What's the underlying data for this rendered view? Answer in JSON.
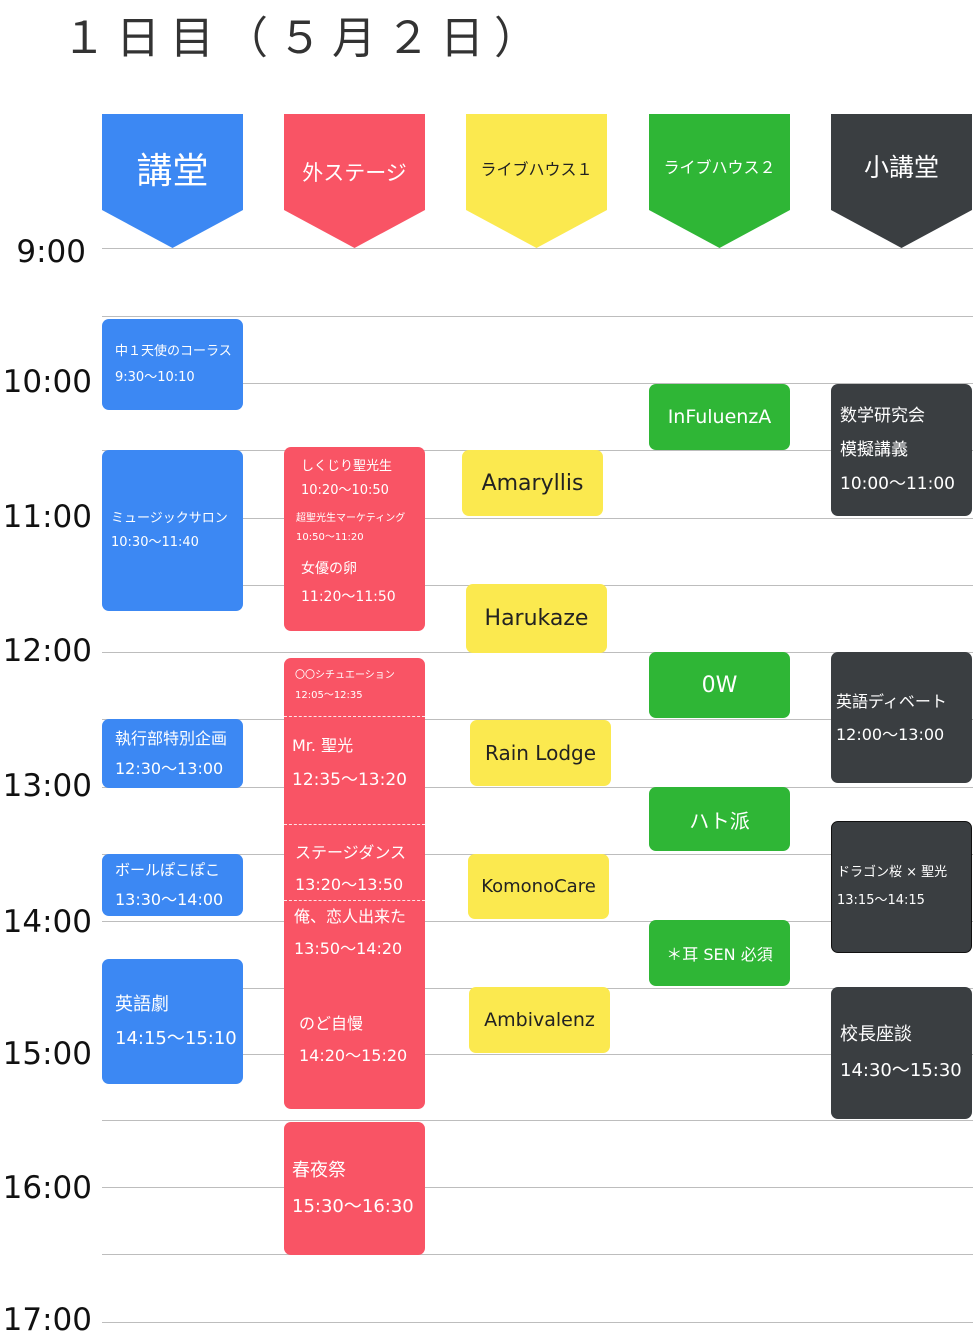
{
  "title": "１日目（５月２日）",
  "colors": {
    "blue": "#3c88f3",
    "red": "#f95465",
    "yellow": "#fbe94f",
    "green": "#2fb636",
    "dark": "#3a3e41",
    "gridline": "#bdbdbd"
  },
  "hours": [
    "9:00",
    "10:00",
    "11:00",
    "12:00",
    "13:00",
    "14:00",
    "15:00",
    "16:00",
    "17:00"
  ],
  "venues": [
    "講堂",
    "外ステージ",
    "ライブハウス１",
    "ライブハウス２",
    "小講堂"
  ],
  "events": {
    "hall": [
      {
        "name": "中１天使のコーラス",
        "time": "9:30〜10:10"
      },
      {
        "name": "ミュージックサロン",
        "time": "10:30〜11:40"
      },
      {
        "name": "執行部特別企画",
        "time": "12:30〜13:00"
      },
      {
        "name": "ボールぽこぽこ",
        "time": "13:30〜14:00"
      },
      {
        "name": "英語劇",
        "time": "14:15〜15:10"
      }
    ],
    "outdoor": [
      {
        "name": "しくじり聖光生",
        "time": "10:20〜10:50"
      },
      {
        "name": "超聖光生マーケティング",
        "time": "10:50〜11:20"
      },
      {
        "name": "女優の卵",
        "time": "11:20〜11:50"
      },
      {
        "name": "〇〇シチュエーション",
        "time": "12:05〜12:35"
      },
      {
        "name": "Mr. 聖光",
        "time": "12:35〜13:20"
      },
      {
        "name": "ステージダンス",
        "time": "13:20〜13:50"
      },
      {
        "name": "俺、恋人出来た",
        "time": "13:50〜14:20"
      },
      {
        "name": "のど自慢",
        "time": "14:20〜15:20"
      },
      {
        "name": "春夜祭",
        "time": "15:30〜16:30"
      }
    ],
    "live1": [
      "Amaryllis",
      "Harukaze",
      "Rain Lodge",
      "KomonoCare",
      "Ambivalenz"
    ],
    "live2": [
      "InFuluenzA",
      "0W",
      "ハト派",
      "＊耳 SEN 必須"
    ],
    "small_hall": [
      {
        "name1": "数学研究会",
        "name2": "模擬講義",
        "time": "10:00〜11:00"
      },
      {
        "name": "英語ディベート",
        "time": "12:00〜13:00"
      },
      {
        "name": "ドラゴン桜 × 聖光",
        "time": "13:15〜14:15"
      },
      {
        "name": "校長座談",
        "time": "14:30〜15:30"
      }
    ]
  }
}
